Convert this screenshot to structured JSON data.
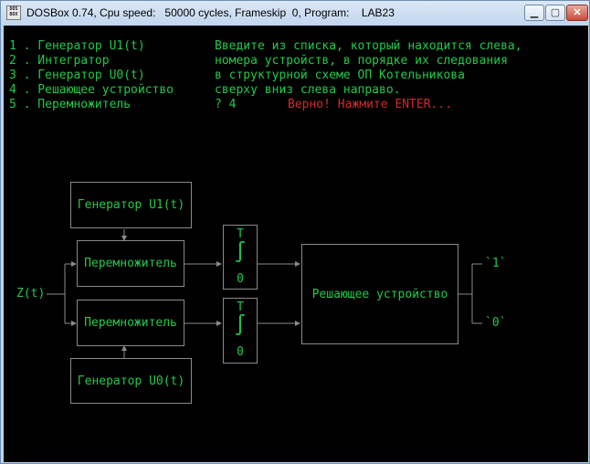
{
  "window": {
    "title": "DOSBox 0.74, Cpu speed:   50000 cycles, Frameskip  0, Program:    LAB23",
    "app_icon_text": [
      "DOS",
      "BOX"
    ],
    "min_glyph": "▁",
    "max_glyph": "▢",
    "close_glyph": "✕"
  },
  "menu": {
    "items": [
      "1 . Генератор U1(t)",
      "2 . Интегратор",
      "3 . Генератор U0(t)",
      "4 . Решающее устройство",
      "5 . Перемножитель"
    ]
  },
  "instructions": {
    "lines": [
      "Введите из списка, который находится слева,",
      "номера устройств, в порядке их следования",
      "в структурной схеме ОП Котельникова",
      "сверху вниз слева направо."
    ],
    "prompt": "? 4",
    "feedback": "Верно! Нажмите ENTER..."
  },
  "diagram": {
    "gen_u1": "Генератор U1(t)",
    "gen_u0": "Генератор U0(t)",
    "mult_top": "Перемножитель",
    "mult_bottom": "Перемножитель",
    "integrator_upper": "T",
    "integrator_symbol": "∫",
    "integrator_lower": "0",
    "decider": "Решающее устройство",
    "input": "Z(t)",
    "output_1": "`1`",
    "output_0": "`0`"
  },
  "colors": {
    "text_green": "#22c84a",
    "text_red": "#d22a2a",
    "lines_gray": "#8a8a8a",
    "screen_bg": "#000000"
  }
}
